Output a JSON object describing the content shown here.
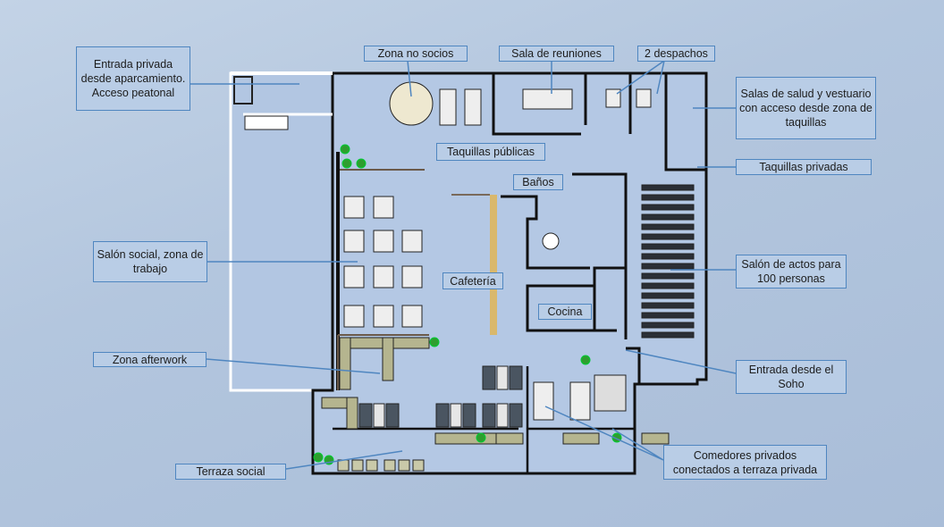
{
  "labels": {
    "entrada_privada": "Entrada privada desde aparcamiento. Acceso peatonal",
    "zona_no_socios": "Zona no socios",
    "sala_reuniones": "Sala de reuniones",
    "despachos": "2 despachos",
    "salas_salud": "Salas de salud y vestuario con acceso desde zona de taquillas",
    "taquillas_publicas": "Taquillas públicas",
    "banos": "Baños",
    "taquillas_privadas": "Taquillas privadas",
    "salon_social": "Salón social, zona de trabajo",
    "cafeteria": "Cafetería",
    "salon_actos": "Salón de actos para 100 personas",
    "cocina": "Cocina",
    "zona_afterwork": "Zona afterwork",
    "entrada_soho": "Entrada desde el Soho",
    "comedores_privados": "Comedores privados conectados a terraza privada",
    "terraza_social": "Terraza social"
  },
  "colors": {
    "leader": "#4f86c0",
    "floor": "#b4c8e4",
    "wall": "#111111",
    "plant": "#2e9e2e",
    "sofa": "#b5b58f",
    "dark_sofa": "#4a5561"
  }
}
